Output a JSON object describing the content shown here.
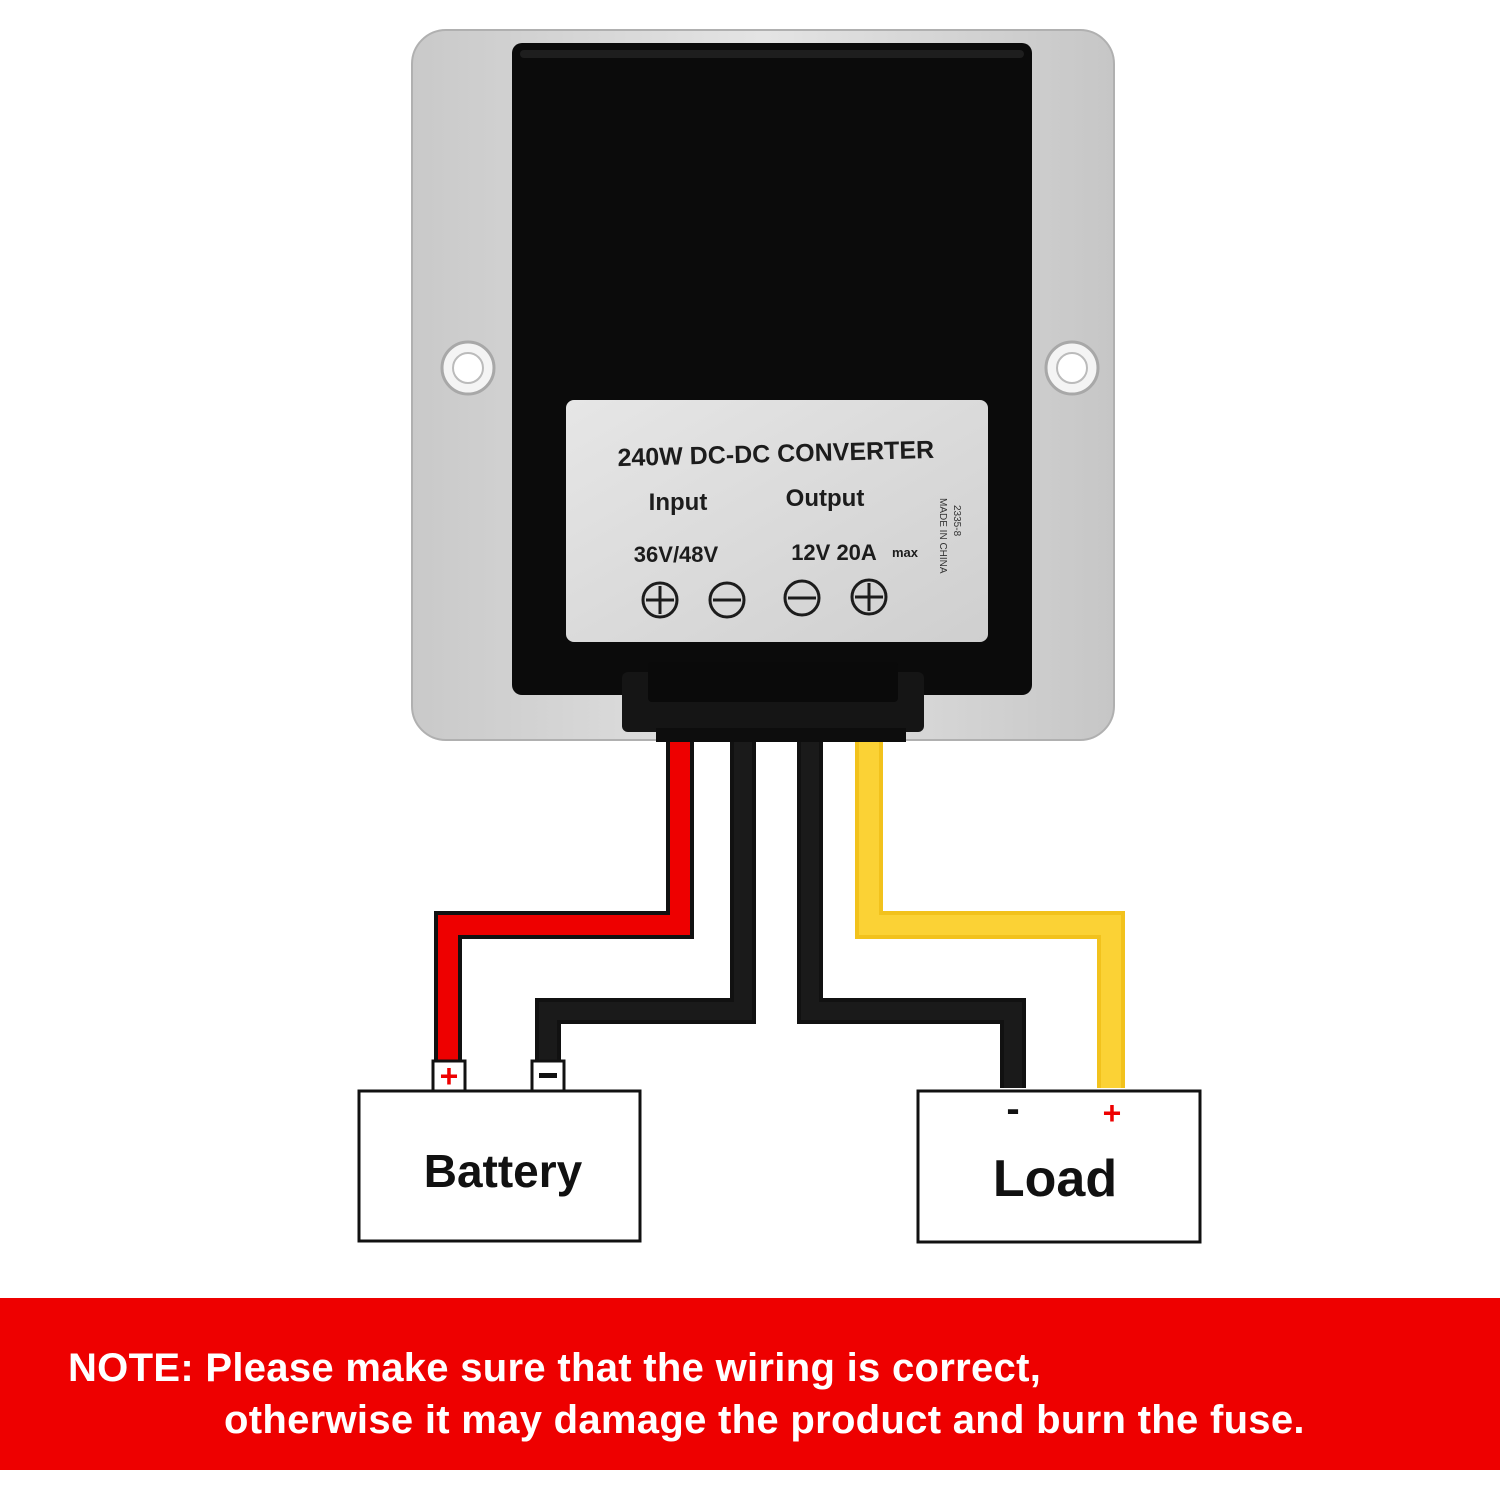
{
  "converter": {
    "title": "240W DC-DC CONVERTER",
    "input_label": "Input",
    "output_label": "Output",
    "input_voltage": "36V/48V",
    "output_rating": "12V 20A",
    "output_suffix": "max",
    "side_code": "2335-8",
    "side_origin": "MADE IN CHINA",
    "terminals": [
      "plus",
      "minus",
      "minus",
      "plus"
    ]
  },
  "battery": {
    "label": "Battery",
    "pos_symbol": "+",
    "neg_symbol": "−"
  },
  "load": {
    "label": "Load",
    "neg_symbol": "-",
    "pos_symbol": "+"
  },
  "note": {
    "line1": "NOTE: Please make sure that the wiring is correct,",
    "line2": "otherwise it may damage the product and burn the fuse."
  },
  "colors": {
    "wire_red": "#ee0000",
    "wire_black": "#111111",
    "wire_yellow": "#fbd235",
    "banner": "#ee0000",
    "housing": "#d6d6d6",
    "potting": "#0b0b0b",
    "sticker": "#d8d8d8"
  },
  "icons": {
    "terminal_plus": "circled-plus-icon",
    "terminal_minus": "circled-minus-icon",
    "mount_hole": "mounting-hole-icon"
  }
}
